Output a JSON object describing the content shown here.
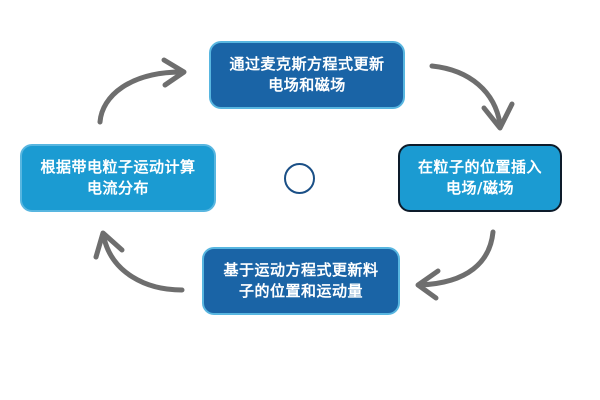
{
  "nodes": {
    "top": {
      "line1": "通过麦克斯方程式更新",
      "line2": "电场和磁场"
    },
    "right": {
      "line1": "在粒子的位置插入",
      "line2": "电场/磁场"
    },
    "bottom": {
      "line1": "基于运动方程式更新料",
      "line2": "子的位置和运动量"
    },
    "left": {
      "line1": "根据带电粒子运动计算",
      "line2": "电流分布"
    }
  },
  "colors": {
    "dark_node": "#1a64a6",
    "light_node": "#1b9bd2",
    "node_border": "#58b6e0",
    "selected_border": "#0d1b2a",
    "arrow": "#6e6e6e",
    "circle_outline": "#1a4f86"
  },
  "icons": {
    "arrows": "curved-arrow-icon",
    "center": "circle-icon"
  }
}
